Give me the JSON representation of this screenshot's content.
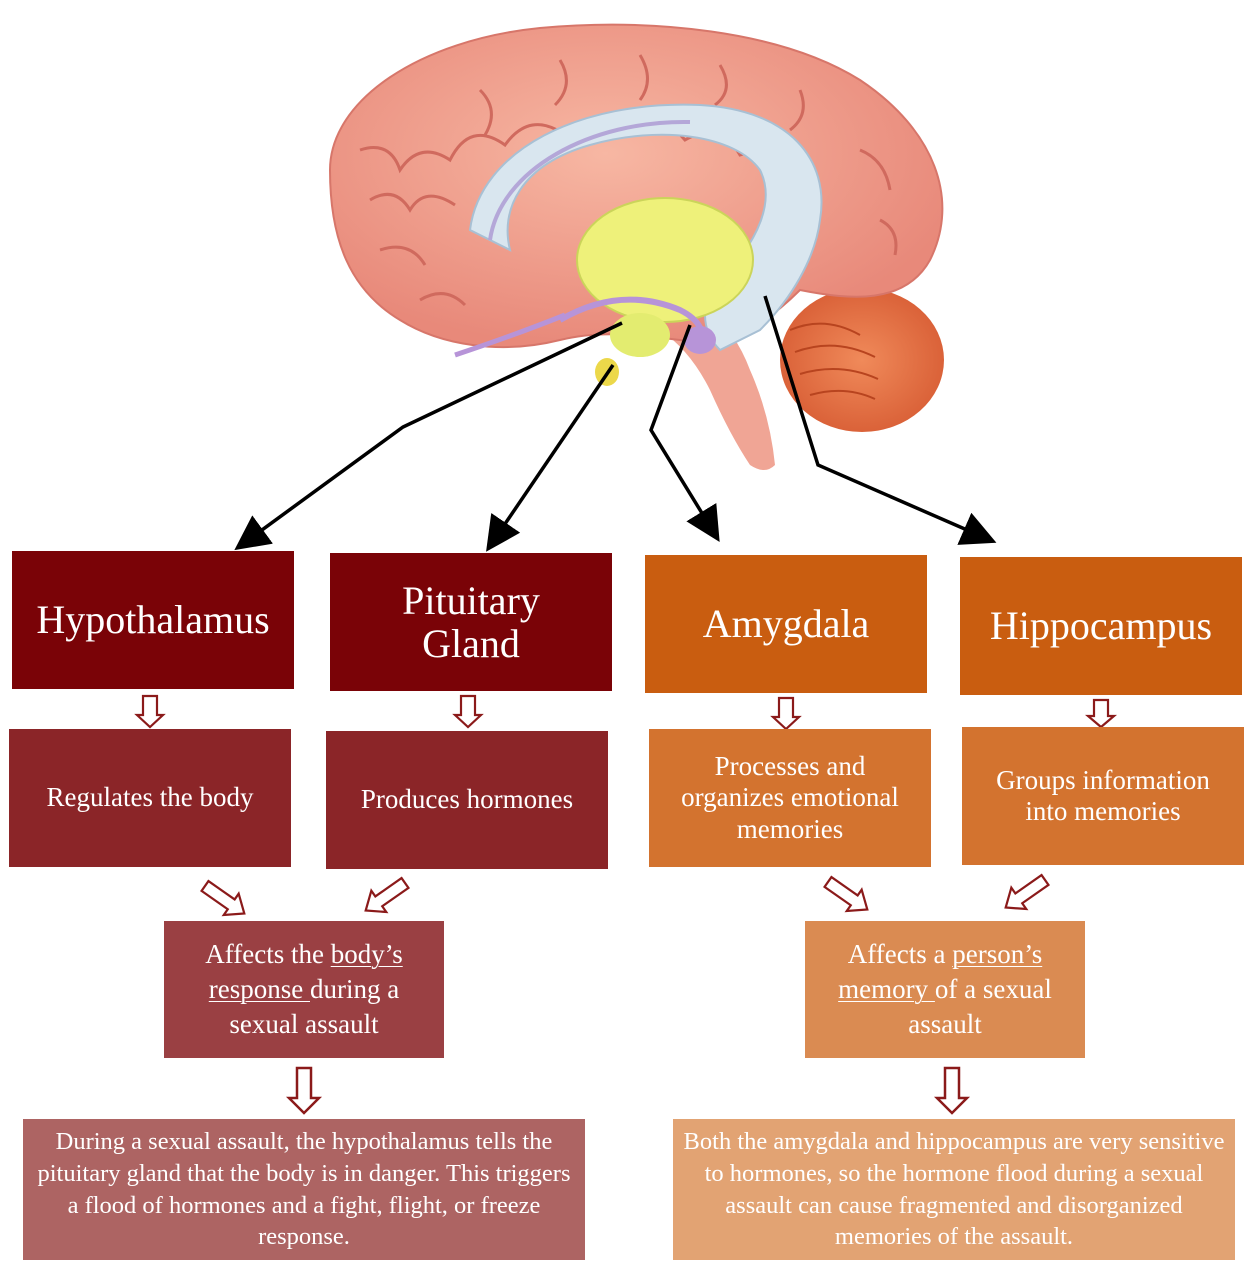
{
  "diagram": {
    "illustration": "brain-sagittal-illustration",
    "regions": [
      {
        "name": "Hypothalamus",
        "function": "Regulates the body"
      },
      {
        "name": "Pituitary Gland",
        "function": "Produces hormones"
      },
      {
        "name": "Amygdala",
        "function": "Processes and organizes emotional memories"
      },
      {
        "name": "Hippocampus",
        "function": "Groups information into memories"
      }
    ],
    "effects": {
      "body": {
        "pre": "Affects the ",
        "underlined": "body’s response ",
        "post": "during a sexual assault"
      },
      "memory": {
        "pre": "Affects a ",
        "underlined": "person’s memory ",
        "post": "of a sexual assault"
      }
    },
    "explanations": {
      "body": "During a sexual assault, the hypothalamus tells the pituitary gland that the body is in danger. This triggers a flood of hormones and a fight, flight, or freeze response.",
      "memory": "Both the amygdala and hippocampus are very sensitive to hormones, so the hormone flood during a sexual assault can cause fragmented and disorganized memories of the assault."
    },
    "colors": {
      "maroon_title": "#7a0307",
      "orange_title": "#c95d10",
      "arrow_outline": "#8b1a1a",
      "pointer_line": "#000000"
    }
  }
}
